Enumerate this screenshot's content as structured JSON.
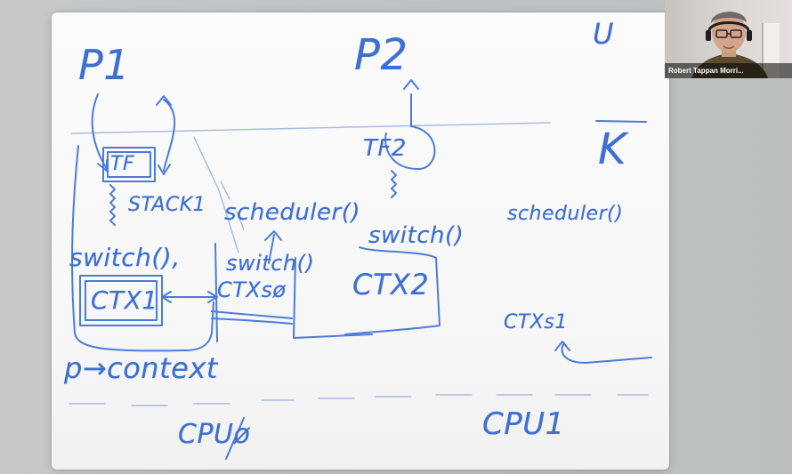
{
  "participant": {
    "name": "Robert Tappan Morri..."
  },
  "board": {
    "user_label": "U",
    "kernel_label": "K",
    "p1": "P1",
    "p2": "P2",
    "tf": "TF",
    "tf2": "TF2",
    "stack1": "STACK1",
    "scheduler_left": "scheduler()",
    "scheduler_right": "scheduler()",
    "switch_left": "switch(),",
    "switch_mid": "switch()",
    "switch_p2": "switch()",
    "ctx1": "CTX1",
    "ctxs0": "CTXsø",
    "ctx2": "CTX2",
    "ctxs1": "CTXs1",
    "p_context": "p→context",
    "cpu0": "CPUø",
    "cpu1": "CPU1"
  },
  "colors": {
    "marker": "#3d6fd4",
    "board": "#f8f8f8",
    "background": "#c2c4c5"
  }
}
